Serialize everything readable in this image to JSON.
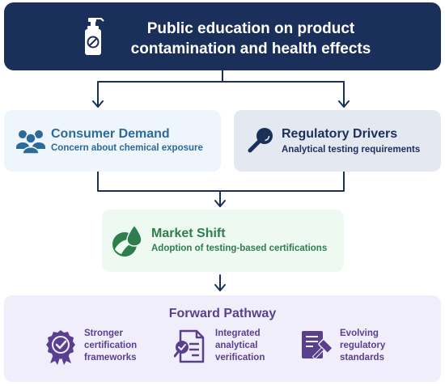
{
  "header": {
    "title_line1": "Public education on product",
    "title_line2": "contamination and health effects"
  },
  "consumer": {
    "title": "Consumer Demand",
    "subtitle": "Concern about chemical exposure"
  },
  "regulatory": {
    "title": "Regulatory Drivers",
    "subtitle": "Analytical testing requirements"
  },
  "market": {
    "title": "Market Shift",
    "subtitle": "Adoption of testing-based certifications"
  },
  "forward": {
    "title": "Forward Pathway",
    "items": [
      {
        "line1": "Stronger",
        "line2": "certification",
        "line3": "frameworks",
        "icon": "certificate-badge-icon"
      },
      {
        "line1": "Integrated",
        "line2": "analytical",
        "line3": "verification",
        "icon": "document-check-icon"
      },
      {
        "line1": "Evolving",
        "line2": "regulatory",
        "line3": "standards",
        "icon": "gavel-document-icon"
      }
    ]
  },
  "colors": {
    "navy": "#1b2f5b",
    "blue_text": "#2b6a9a",
    "green_text": "#2e7d4c",
    "purple_text": "#5b3f8f"
  }
}
